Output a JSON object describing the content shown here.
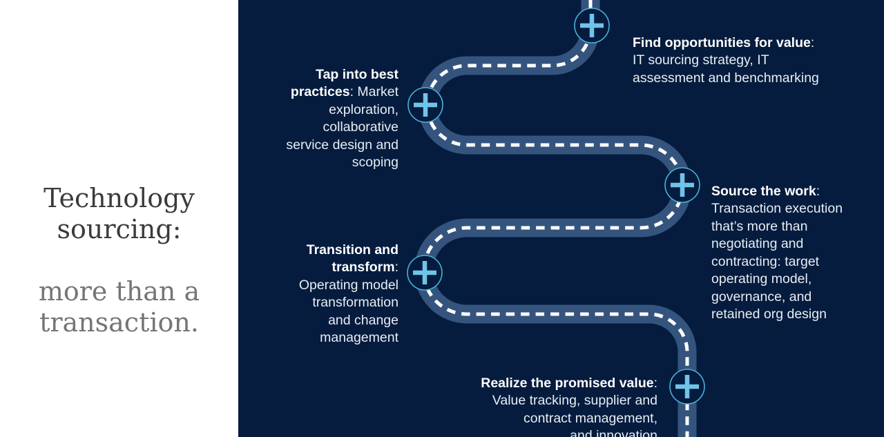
{
  "left_panel": {
    "title_strong": "Technology\nsourcing:",
    "title_light": "more than a\ntransaction."
  },
  "journey": {
    "stages": [
      {
        "id": "find-opportunities-for-value",
        "title": "Find opportunities for value",
        "sep": ":",
        "rest": "\nIT sourcing strategy, IT\nassessment and benchmarking",
        "align": "left"
      },
      {
        "id": "tap-into-best-practices",
        "title": "Tap into best\npractices",
        "sep": ":",
        "rest": " Market\nexploration,\ncollaborative\nservice design and\nscoping",
        "align": "right"
      },
      {
        "id": "source-the-work",
        "title": "Source the work",
        "sep": ":",
        "rest": "\nTransaction execution\nthat’s more than\nnegotiating and\ncontracting: target\noperating model,\ngovernance, and\nretained org design",
        "align": "left"
      },
      {
        "id": "transition-and-transform",
        "title": "Transition and\ntransform",
        "sep": ":",
        "rest": "\nOperating model\ntransformation\nand change\nmanagement",
        "align": "right"
      },
      {
        "id": "realize-the-promised-value",
        "title": "Realize the promised value",
        "sep": ":",
        "rest": "\nValue tracking, supplier and\ncontract management,\nand innovation",
        "align": "right"
      }
    ],
    "node_icon": "plus-icon",
    "node_count": 5
  },
  "colors": {
    "panel_white": "#ffffff",
    "navy_background": "#051c3e",
    "road_fill": "#34547e",
    "road_dash": "#ffffff",
    "node_ring": "#4ab2d8",
    "node_plus": "#70c4e8",
    "heading_text": "#ffffff",
    "body_text": "#e8edf3",
    "title_dark": "#3b3b3b",
    "title_gray": "#757575"
  }
}
